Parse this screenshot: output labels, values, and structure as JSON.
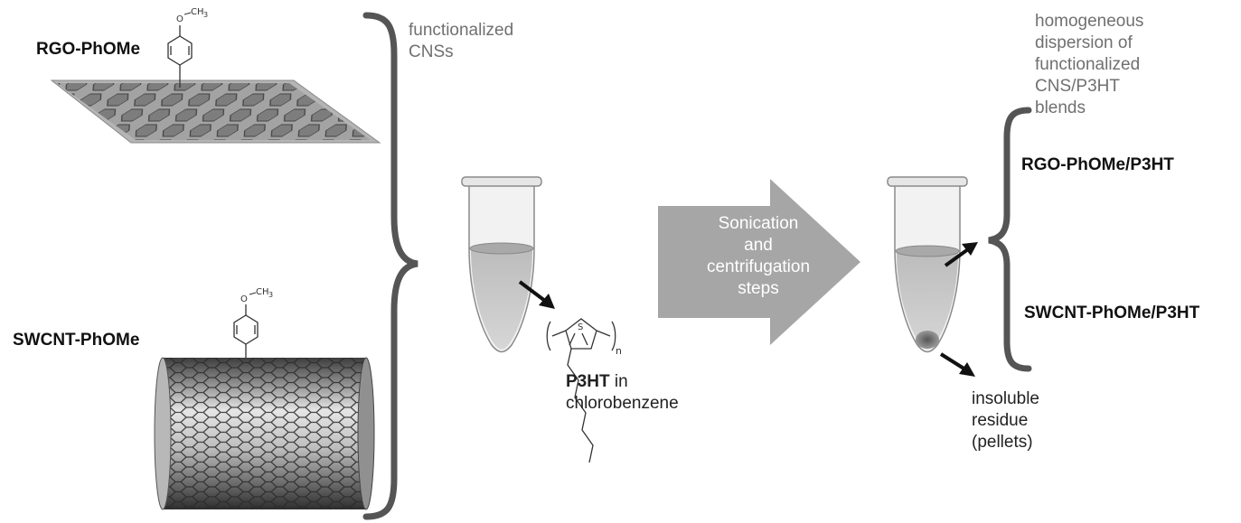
{
  "materials": {
    "rgo_label": "RGO-PhOMe",
    "swcnt_label": "SWCNT-PhOMe",
    "methoxy_formula_o": "O",
    "methoxy_formula_ch3": "CH",
    "methoxy_formula_sub": "3"
  },
  "bracket_left": {
    "caption_line1": "functionalized",
    "caption_line2": "CNSs"
  },
  "solvent": {
    "polymer_bold": "P3HT",
    "polymer_rest": " in",
    "solvent_line": "chlorobenzene",
    "repeat_subscript": "n",
    "sulfur": "S"
  },
  "process_arrow": {
    "line1": "Sonication",
    "line2": "and",
    "line3": "centrifugation",
    "line4": "steps"
  },
  "result": {
    "caption_lines": [
      "homogeneous",
      "dispersion of",
      "functionalized",
      "CNS/P3HT",
      "blends"
    ],
    "blend1": "RGO-PhOMe/P3HT",
    "blend2": "SWCNT-PhOMe/P3HT",
    "residue_lines": [
      "insoluble",
      "residue",
      "(pellets)"
    ]
  },
  "colors": {
    "sheet": "#9e9e9e",
    "arrow_fill": "#a6a6a6",
    "bracket": "#555555",
    "liquid": "#c4c4c4"
  }
}
